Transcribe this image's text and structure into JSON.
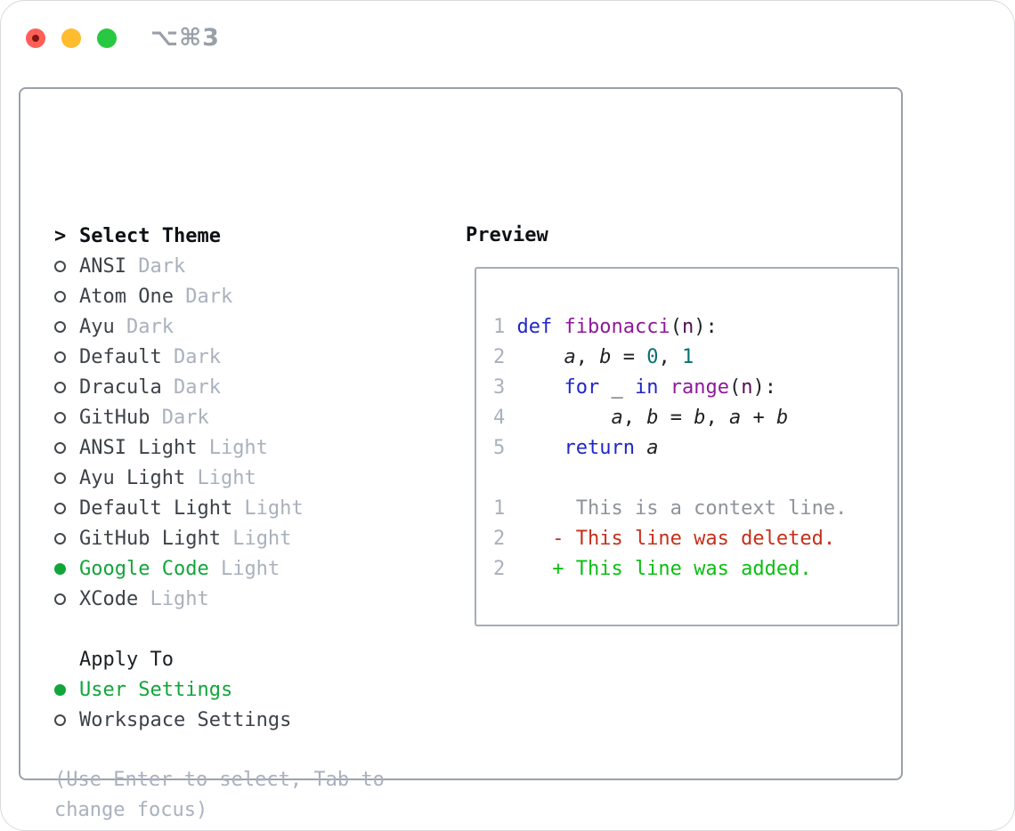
{
  "window": {
    "title": "⌥⌘3",
    "traffic_lights": [
      "close",
      "minimize",
      "zoom"
    ]
  },
  "theme_panel": {
    "prompt": ">",
    "header": "Select Theme",
    "themes": [
      {
        "name": "ANSI",
        "variant": "Dark",
        "selected": false
      },
      {
        "name": "Atom One",
        "variant": "Dark",
        "selected": false
      },
      {
        "name": "Ayu",
        "variant": "Dark",
        "selected": false
      },
      {
        "name": "Default",
        "variant": "Dark",
        "selected": false
      },
      {
        "name": "Dracula",
        "variant": "Dark",
        "selected": false
      },
      {
        "name": "GitHub",
        "variant": "Dark",
        "selected": false
      },
      {
        "name": "ANSI Light",
        "variant": "Light",
        "selected": false
      },
      {
        "name": "Ayu Light",
        "variant": "Light",
        "selected": false
      },
      {
        "name": "Default Light",
        "variant": "Light",
        "selected": false
      },
      {
        "name": "GitHub Light",
        "variant": "Light",
        "selected": false
      },
      {
        "name": "Google Code",
        "variant": "Light",
        "selected": true
      },
      {
        "name": "XCode",
        "variant": "Light",
        "selected": false
      }
    ],
    "apply_to": {
      "header": "Apply To",
      "options": [
        {
          "name": "User Settings",
          "selected": true
        },
        {
          "name": "Workspace Settings",
          "selected": false
        }
      ]
    },
    "help_lines": [
      "(Use Enter to select, Tab to",
      "change focus)"
    ]
  },
  "preview_panel": {
    "header": "Preview",
    "code_lines": [
      {
        "num": "1",
        "tokens": [
          {
            "t": "pun",
            "s": " "
          },
          {
            "t": "kw",
            "s": "def"
          },
          {
            "t": "pun",
            "s": " "
          },
          {
            "t": "fn",
            "s": "fibonacci"
          },
          {
            "t": "pun",
            "s": "("
          },
          {
            "t": "param",
            "s": "n"
          },
          {
            "t": "pun",
            "s": "):"
          }
        ]
      },
      {
        "num": "2",
        "tokens": [
          {
            "t": "pun",
            "s": "     "
          },
          {
            "t": "var",
            "s": "a"
          },
          {
            "t": "pun",
            "s": ", "
          },
          {
            "t": "var",
            "s": "b"
          },
          {
            "t": "pun",
            "s": " = "
          },
          {
            "t": "lit",
            "s": "0"
          },
          {
            "t": "pun",
            "s": ", "
          },
          {
            "t": "lit",
            "s": "1"
          }
        ]
      },
      {
        "num": "3",
        "tokens": [
          {
            "t": "pun",
            "s": "     "
          },
          {
            "t": "kw",
            "s": "for"
          },
          {
            "t": "pun",
            "s": " "
          },
          {
            "t": "var",
            "s": "_"
          },
          {
            "t": "pun",
            "s": " "
          },
          {
            "t": "kw",
            "s": "in"
          },
          {
            "t": "pun",
            "s": " "
          },
          {
            "t": "fn",
            "s": "range"
          },
          {
            "t": "pun",
            "s": "("
          },
          {
            "t": "param",
            "s": "n"
          },
          {
            "t": "pun",
            "s": "):"
          }
        ]
      },
      {
        "num": "4",
        "tokens": [
          {
            "t": "pun",
            "s": "         "
          },
          {
            "t": "var",
            "s": "a"
          },
          {
            "t": "pun",
            "s": ", "
          },
          {
            "t": "var",
            "s": "b"
          },
          {
            "t": "pun",
            "s": " = "
          },
          {
            "t": "var",
            "s": "b"
          },
          {
            "t": "pun",
            "s": ", "
          },
          {
            "t": "var",
            "s": "a"
          },
          {
            "t": "pun",
            "s": " + "
          },
          {
            "t": "var",
            "s": "b"
          }
        ]
      },
      {
        "num": "5",
        "tokens": [
          {
            "t": "pun",
            "s": "     "
          },
          {
            "t": "kw",
            "s": "return"
          },
          {
            "t": "pun",
            "s": " "
          },
          {
            "t": "var",
            "s": "a"
          }
        ]
      },
      {
        "num": "",
        "tokens": []
      },
      {
        "num": "1",
        "tokens": [
          {
            "t": "ctx",
            "s": "      This is a context line."
          }
        ]
      },
      {
        "num": "2",
        "tokens": [
          {
            "t": "del",
            "s": "    - This line was deleted."
          }
        ]
      },
      {
        "num": "2",
        "tokens": [
          {
            "t": "add",
            "s": "    + This line was added."
          }
        ]
      }
    ]
  },
  "colors": {
    "selection_green": "#12a53a",
    "diff_added_green": "#0abf12",
    "diff_deleted_red": "#c5301a",
    "keyword_blue": "#2026c8",
    "function_purple": "#8f189a",
    "literal_teal": "#0a7070",
    "muted_gray": "#a9b1bd",
    "traffic_red": "#ff5f57",
    "traffic_yellow": "#febc2e",
    "traffic_green": "#28c840"
  }
}
